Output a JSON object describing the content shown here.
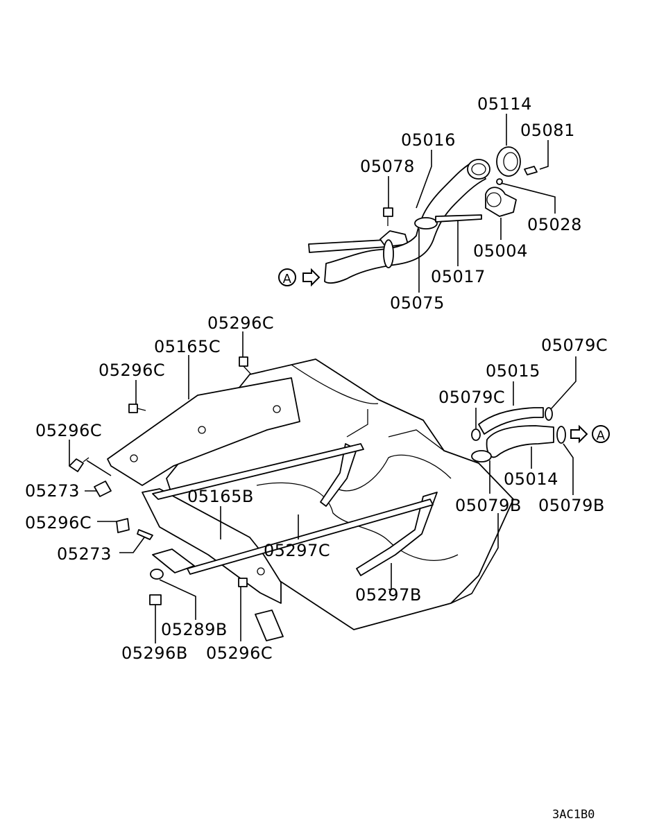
{
  "labels": {
    "p05114": "05114",
    "p05081": "05081",
    "p05016": "05016",
    "p05078": "05078",
    "p05028": "05028",
    "p05004": "05004",
    "p05017": "05017",
    "p05075": "05075",
    "p05296c_top": "05296C",
    "p05165c": "05165C",
    "p05296c_left": "05296C",
    "p05296c_left2": "05296C",
    "p05273_a": "05273",
    "p05296c_mid": "05296C",
    "p05273_b": "05273",
    "p05165b": "05165B",
    "p05297c": "05297C",
    "p05297b": "05297B",
    "p05289b": "05289B",
    "p05296b": "05296B",
    "p05296c_bottom": "05296C",
    "p05079c_top": "05079C",
    "p05015": "05015",
    "p05079c_mid": "05079C",
    "p05014": "05014",
    "p05079b_a": "05079B",
    "p05079b_b": "05079B"
  },
  "markers": {
    "ref_a_left": "A",
    "ref_a_right": "A"
  },
  "drawing_code": "3AC1B0"
}
